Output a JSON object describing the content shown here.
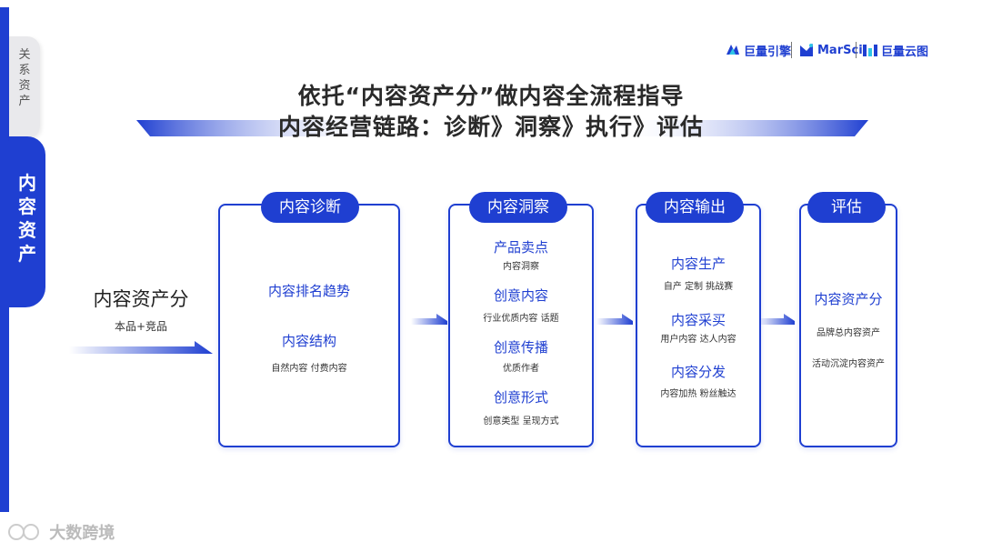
{
  "sidebar": {
    "tabs": [
      {
        "label": "关系资产"
      },
      {
        "label": "内容资产"
      }
    ]
  },
  "logos": {
    "logo1": "巨量引擎",
    "logo2": "MarSci",
    "logo3": "巨量云图"
  },
  "title": {
    "line1": "依托“内容资产分”做内容全流程指导",
    "line2": "内容经营链路：诊断》洞察》执行》评估"
  },
  "input": {
    "label": "内容资产分",
    "sub": "本品+竞品"
  },
  "stages": [
    {
      "pill": "内容诊断",
      "items": [
        {
          "title": "内容排名趋势",
          "sub": ""
        },
        {
          "title": "内容结构",
          "sub": "自然内容  付费内容"
        }
      ]
    },
    {
      "pill": "内容洞察",
      "items": [
        {
          "title": "产品卖点",
          "sub": "内容洞察"
        },
        {
          "title": "创意内容",
          "sub": "行业优质内容    话题"
        },
        {
          "title": "创意传播",
          "sub": "优质作者"
        },
        {
          "title": "创意形式",
          "sub": "创意类型    呈现方式"
        }
      ]
    },
    {
      "pill": "内容输出",
      "items": [
        {
          "title": "内容生产",
          "sub": "自产    定制    挑战赛"
        },
        {
          "title": "内容采买",
          "sub": "用户内容  达人内容"
        },
        {
          "title": "内容分发",
          "sub": "内容加热    粉丝触达"
        }
      ]
    },
    {
      "pill": "评估",
      "items": [
        {
          "title": "内容资产分",
          "sub": "品牌总内容资产"
        },
        {
          "title": "",
          "sub": "活动沉淀内容资产"
        }
      ]
    }
  ],
  "watermark": "大数跨境",
  "colors": {
    "accent": "#1f3fd1"
  }
}
